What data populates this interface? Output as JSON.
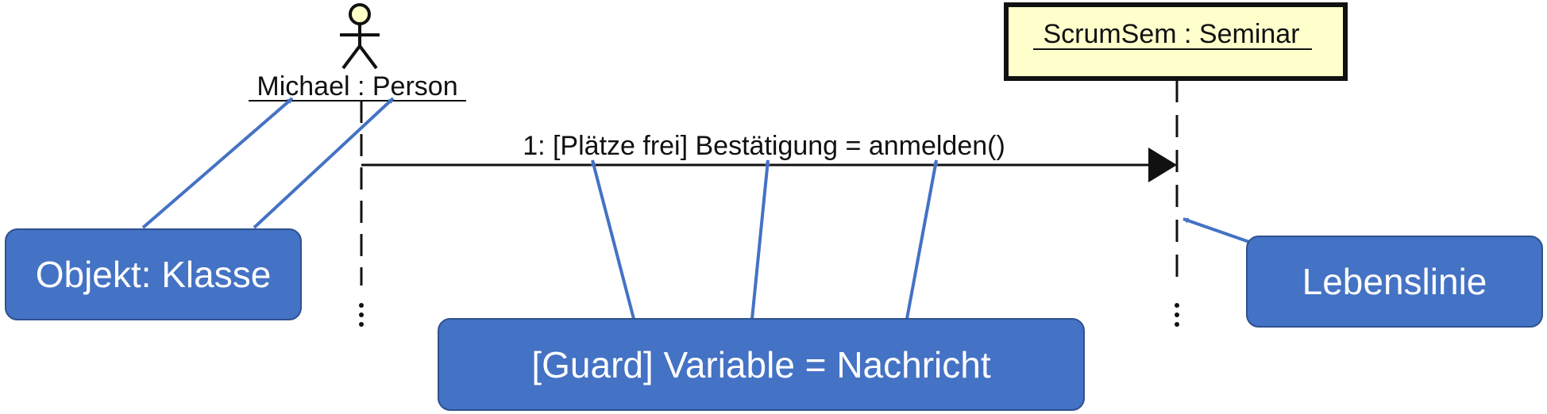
{
  "actor": {
    "label": "Michael : Person"
  },
  "object": {
    "label": "ScrumSem : Seminar",
    "fill": "#ffffcc"
  },
  "message": {
    "label": "1: [Plätze frei] Bestätigung = anmelden()"
  },
  "callouts": {
    "object_class": "Objekt: Klasse",
    "guard_message": "[Guard] Variable = Nachricht",
    "lifeline": "Lebenslinie"
  },
  "colors": {
    "callout_fill": "#4472c4",
    "arrow": "#4472c4"
  }
}
